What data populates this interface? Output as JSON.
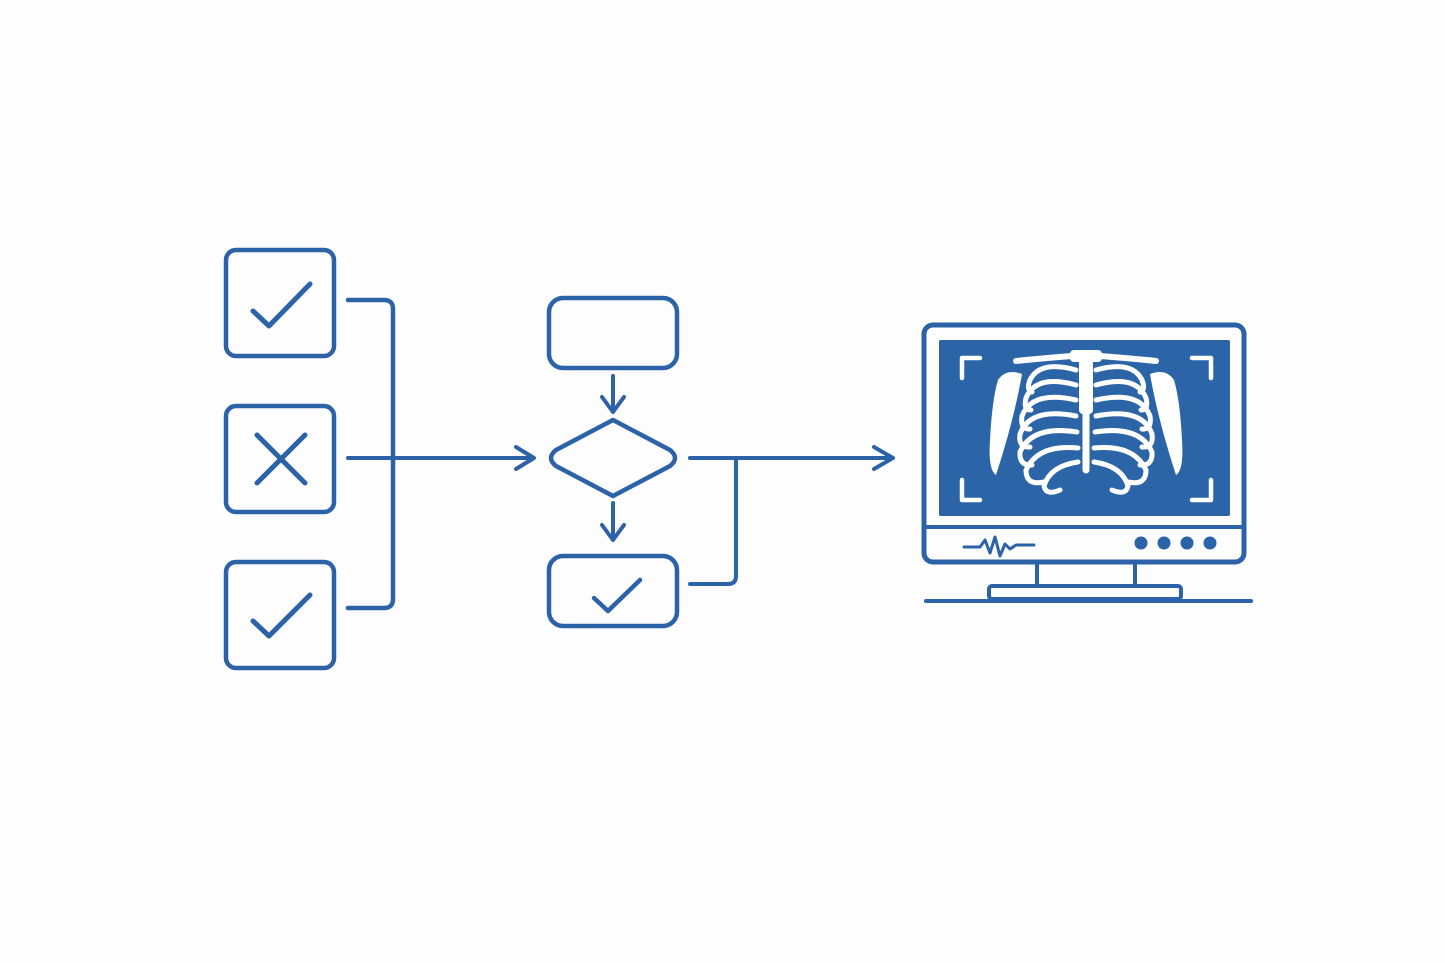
{
  "colors": {
    "stroke": "#2b62a8",
    "screen_fill": "#2c64a8",
    "bone": "#ffffff",
    "background": "#fdfdfd"
  },
  "inputs": [
    {
      "status": "accepted",
      "icon": "checkmark-icon"
    },
    {
      "status": "rejected",
      "icon": "cross-icon"
    },
    {
      "status": "accepted",
      "icon": "checkmark-icon"
    }
  ],
  "process": {
    "start": {
      "shape": "rounded-rectangle"
    },
    "decision": {
      "shape": "diamond"
    },
    "result": {
      "shape": "rounded-rectangle",
      "icon": "checkmark-icon"
    }
  },
  "output": {
    "device": "monitor-icon",
    "screen_content": "chest-xray-icon",
    "status_lights": 4,
    "signal": "waveform-icon"
  }
}
